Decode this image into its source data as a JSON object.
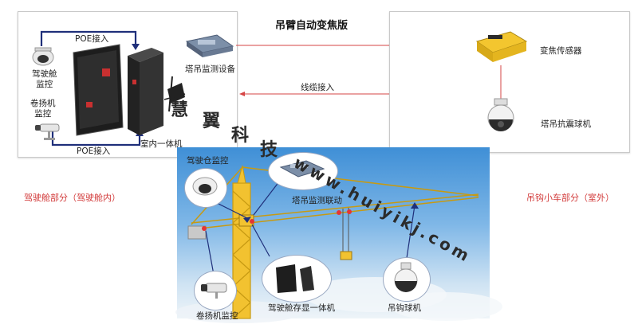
{
  "title": "吊臂自动变焦版",
  "cab_panel": {
    "poe_top": "POE接入",
    "poe_bottom": "POE接入",
    "driver_cam": "驾驶舱\n监控",
    "winch_cam": "卷扬机\n监控",
    "monitor_device": "塔吊监测设备",
    "all_in_one": "室内一体机"
  },
  "trolley_panel": {
    "zoom_sensor": "变焦传感器",
    "anti_shake_dome": "塔吊抗震球机"
  },
  "cable_label": "线缆接入",
  "section_tags": {
    "cab": "驾驶舱部分（驾驶舱内）",
    "trolley": "吊钩小车部分（室外）"
  },
  "crane_photo": {
    "cab_monitor": "驾驶仓监控",
    "monitor_linkage": "塔吊监测联动",
    "winch_monitor": "卷扬机监控",
    "cab_storage": "驾驶舱存显一体机",
    "hook_dome": "吊钩球机"
  },
  "watermark": {
    "chars": [
      "慧",
      "翼",
      "科",
      "技"
    ],
    "url": "www.huiyikj.com"
  },
  "colors": {
    "navy_arrow": "#1f2f7a",
    "red_line": "#d64545",
    "tag_red": "#d23b3b",
    "crane_yellow": "#f2c230",
    "sky_top": "#3f8fd6"
  }
}
